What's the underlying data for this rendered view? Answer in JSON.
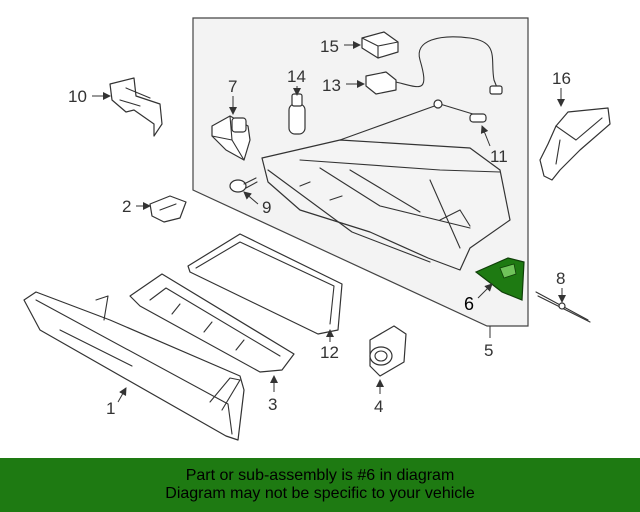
{
  "callouts": {
    "c1": "1",
    "c2": "2",
    "c3": "3",
    "c4": "4",
    "c5": "5",
    "c6": "6",
    "c7": "7",
    "c8": "8",
    "c9": "9",
    "c10": "10",
    "c11": "11",
    "c12": "12",
    "c13": "13",
    "c14": "14",
    "c15": "15",
    "c16": "16"
  },
  "highlight": {
    "part": "6",
    "color": "#1e7a12"
  },
  "banner": {
    "line1": "Part or sub-assembly is #6 in diagram",
    "line2": "Diagram may not be specific to your vehicle",
    "background": "#1e7a12"
  }
}
